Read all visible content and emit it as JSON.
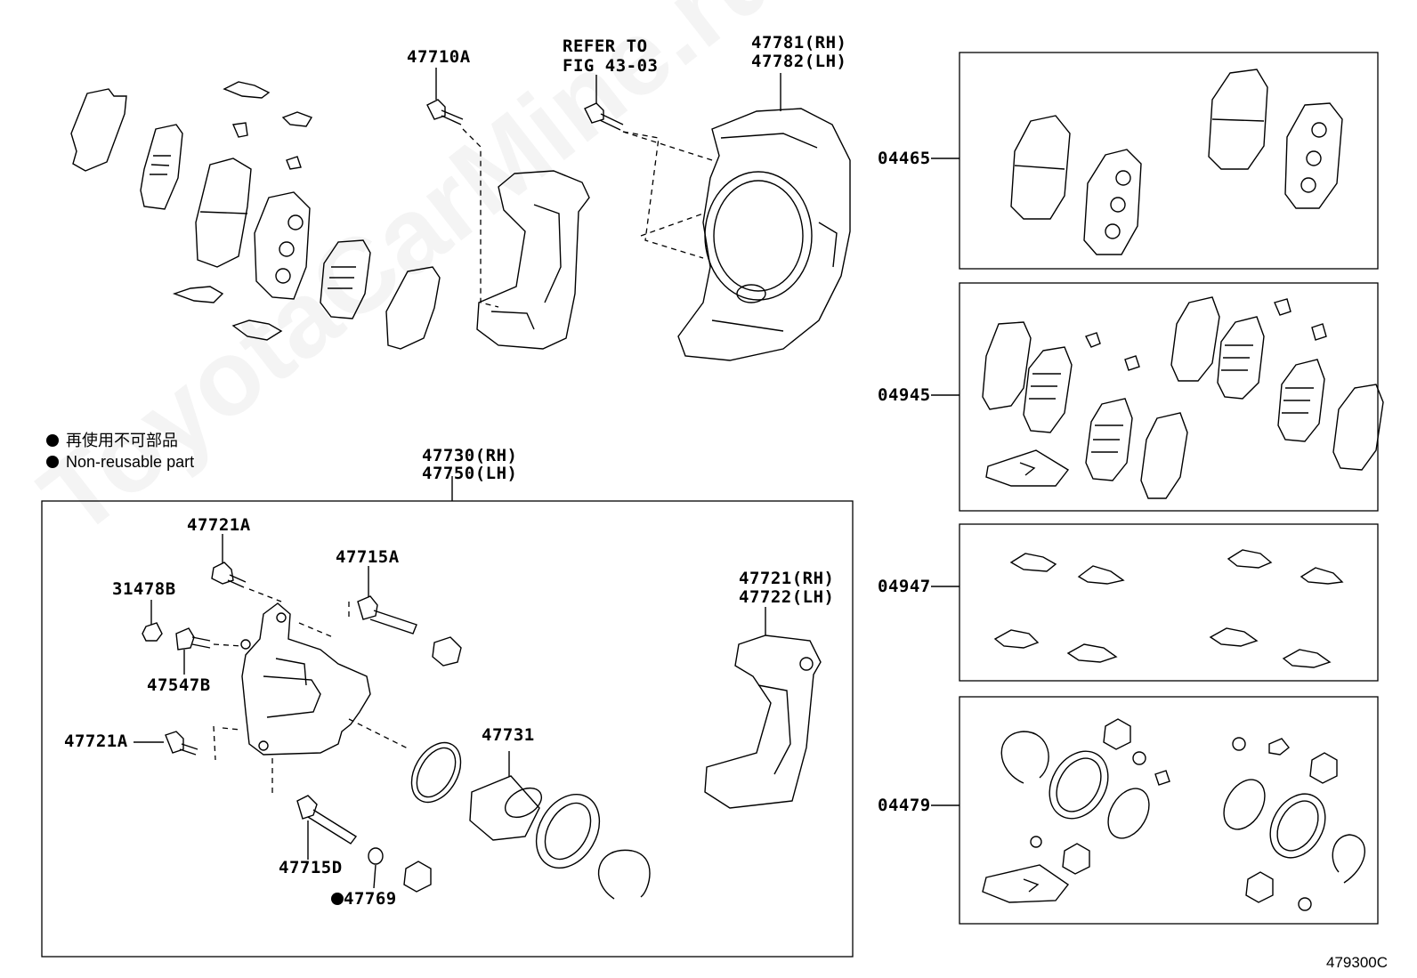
{
  "diagram_code": "479300C",
  "watermark": "ToyotaCarMine.ru",
  "legend": {
    "jp": "再使用不可部品",
    "en": "Non-reusable part"
  },
  "labels": {
    "p47710A": "47710A",
    "refer_line1": "REFER TO",
    "refer_line2": "FIG 43-03",
    "p47781": "47781(RH)",
    "p47782": "47782(LH)",
    "p47730": "47730(RH)",
    "p47750": "47750(LH)",
    "p47721A_top": "47721A",
    "p47715A": "47715A",
    "p31478B": "31478B",
    "p47547B": "47547B",
    "p47721A_left": "47721A",
    "p47731": "47731",
    "p47715D": "47715D",
    "p47769": "47769",
    "p47721": "47721(RH)",
    "p47722": "47722(LH)",
    "k04465": "04465",
    "k04945": "04945",
    "k04947": "04947",
    "k04479": "04479"
  }
}
